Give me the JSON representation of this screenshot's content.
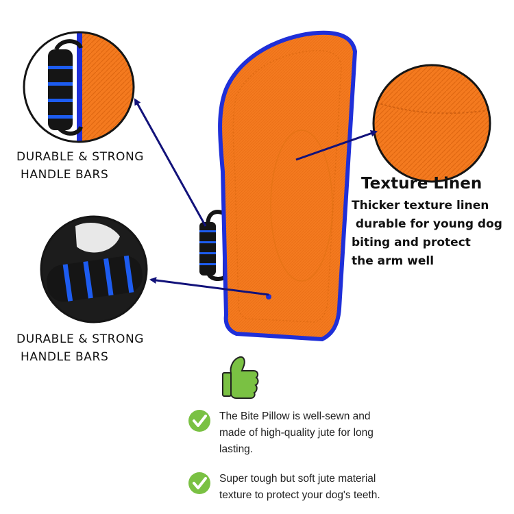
{
  "colors": {
    "sleeve_orange": "#f47a1f",
    "trim_blue": "#1f2fd8",
    "arrow_navy": "#12127a",
    "check_green": "#7ac143",
    "foam_black": "#151515",
    "foam_stripe_blue": "#1d5cf0"
  },
  "icons": {
    "thumbs_up": "thumbs-up-icon",
    "check": "check-circle-icon"
  },
  "callouts": {
    "handle_top": {
      "line1": "DURABLE & STRONG",
      "line2": " HANDLE BARS"
    },
    "handle_bottom": {
      "line1": "DURABLE & STRONG",
      "line2": " HANDLE BARS"
    }
  },
  "texture": {
    "title": "Texture Linen",
    "lines": [
      "Thicker texture linen",
      " durable for young dog",
      "biting and protect",
      "the arm well"
    ]
  },
  "bullets": [
    {
      "lines": [
        "The Bite Pillow is well-sewn and",
        "made of high-quality jute for long",
        "lasting."
      ]
    },
    {
      "lines": [
        "Super tough but soft jute material",
        "texture to protect your dog's teeth."
      ]
    }
  ]
}
